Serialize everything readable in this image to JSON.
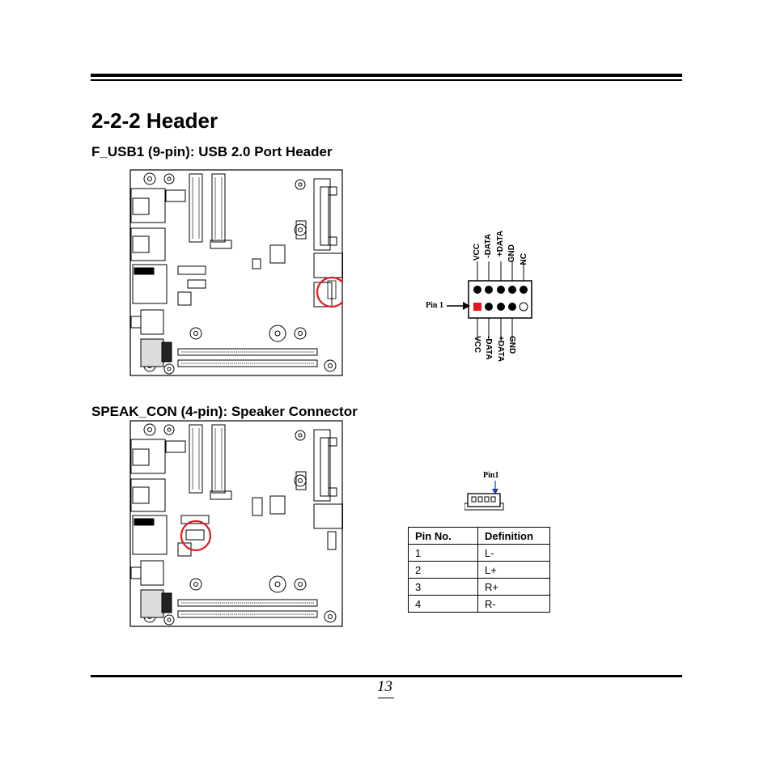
{
  "section_title": "2-2-2 Header",
  "usb_header": {
    "title": "F_USB1 (9-pin): USB 2.0 Port Header",
    "top_labels": [
      "VCC",
      "-DATA",
      "+DATA",
      "GND",
      "NC"
    ],
    "bottom_labels": [
      "VCC",
      "-DATA",
      "+DATA",
      "GND"
    ],
    "pin1_label": "Pin 1"
  },
  "speaker_header": {
    "title": "SPEAK_CON (4-pin): Speaker Connector",
    "pin1_label": "Pin1",
    "table": {
      "headers": [
        "Pin No.",
        "Definition"
      ],
      "rows": [
        [
          "1",
          "L-"
        ],
        [
          "2",
          "L+"
        ],
        [
          "3",
          "R+"
        ],
        [
          "4",
          "R-"
        ]
      ]
    }
  },
  "page_number": "13",
  "colors": {
    "highlight_circle": "#e0191e",
    "pin1_marker": "#e8151b"
  }
}
